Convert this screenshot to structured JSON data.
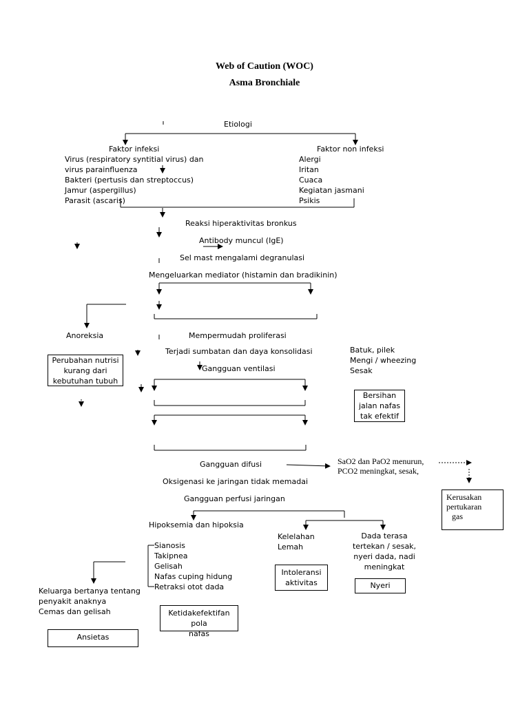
{
  "title": "Web of Caution (WOC)",
  "subtitle": "Asma Bronchiale",
  "etiologi": "Etiologi",
  "faktor_infeksi": {
    "heading": "Faktor infeksi",
    "items": [
      "Virus (respiratory syntitial virus) dan",
      "virus parainfluenza",
      "Bakteri (pertusis dan streptoccus)",
      "Jamur (aspergillus)",
      "Parasit (ascaris)"
    ]
  },
  "faktor_non_infeksi": {
    "heading": "Faktor non infeksi",
    "items": [
      "Alergi",
      "Iritan",
      "Cuaca",
      "Kegiatan jasmani",
      "Psikis"
    ]
  },
  "flow": {
    "reaksi": "Reaksi hiperaktivitas bronkus",
    "antibody": "Antibody muncul (IgE)",
    "sel_mast": "Sel mast mengalami degranulasi",
    "mediator": "Mengeluarkan mediator (histamin dan bradikinin)",
    "proliferasi": "Mempermudah proliferasi",
    "sumbatan": "Terjadi sumbatan dan daya konsolidasi",
    "ventilasi": "Gangguan ventilasi",
    "difusi": "Gangguan difusi",
    "oksigenasi": "Oksigenasi ke jaringan tidak memadai",
    "perfusi": "Gangguan perfusi jaringan",
    "hipoksemia": "Hipoksemia dan hipoksia"
  },
  "anoreksia": "Anoreksia",
  "nutrisi_box": [
    "Perubahan nutrisi",
    "kurang dari",
    "kebutuhan tubuh"
  ],
  "batuk": [
    "Batuk, pilek",
    "Mengi / wheezing",
    "Sesak"
  ],
  "bersihan_box": [
    "Bersihan",
    "jalan nafas",
    "tak efektif"
  ],
  "sao2": [
    "SaO2 dan PaO2 menurun,",
    "PCO2 meningkat, sesak,"
  ],
  "kerusakan_box": [
    "Kerusakan",
    "pertukaran",
    "gas"
  ],
  "kelelahan": [
    "Kelelahan",
    "Lemah"
  ],
  "dada": [
    "Dada terasa",
    "tertekan / sesak,",
    "nyeri dada, nadi",
    "meningkat"
  ],
  "intoleransi_box": [
    "Intoleransi",
    "aktivitas"
  ],
  "nyeri_box": "Nyeri",
  "gejala": [
    "Sianosis",
    "Takipnea",
    "Gelisah",
    "Nafas cuping hidung",
    "Retraksi otot dada"
  ],
  "keluarga": [
    "Keluarga bertanya tentang",
    "penyakit anaknya",
    "Cemas dan gelisah"
  ],
  "ketidakefektifan_box": [
    "Ketidakefektifan pola",
    "nafas"
  ],
  "ansietas_box": "Ansietas"
}
